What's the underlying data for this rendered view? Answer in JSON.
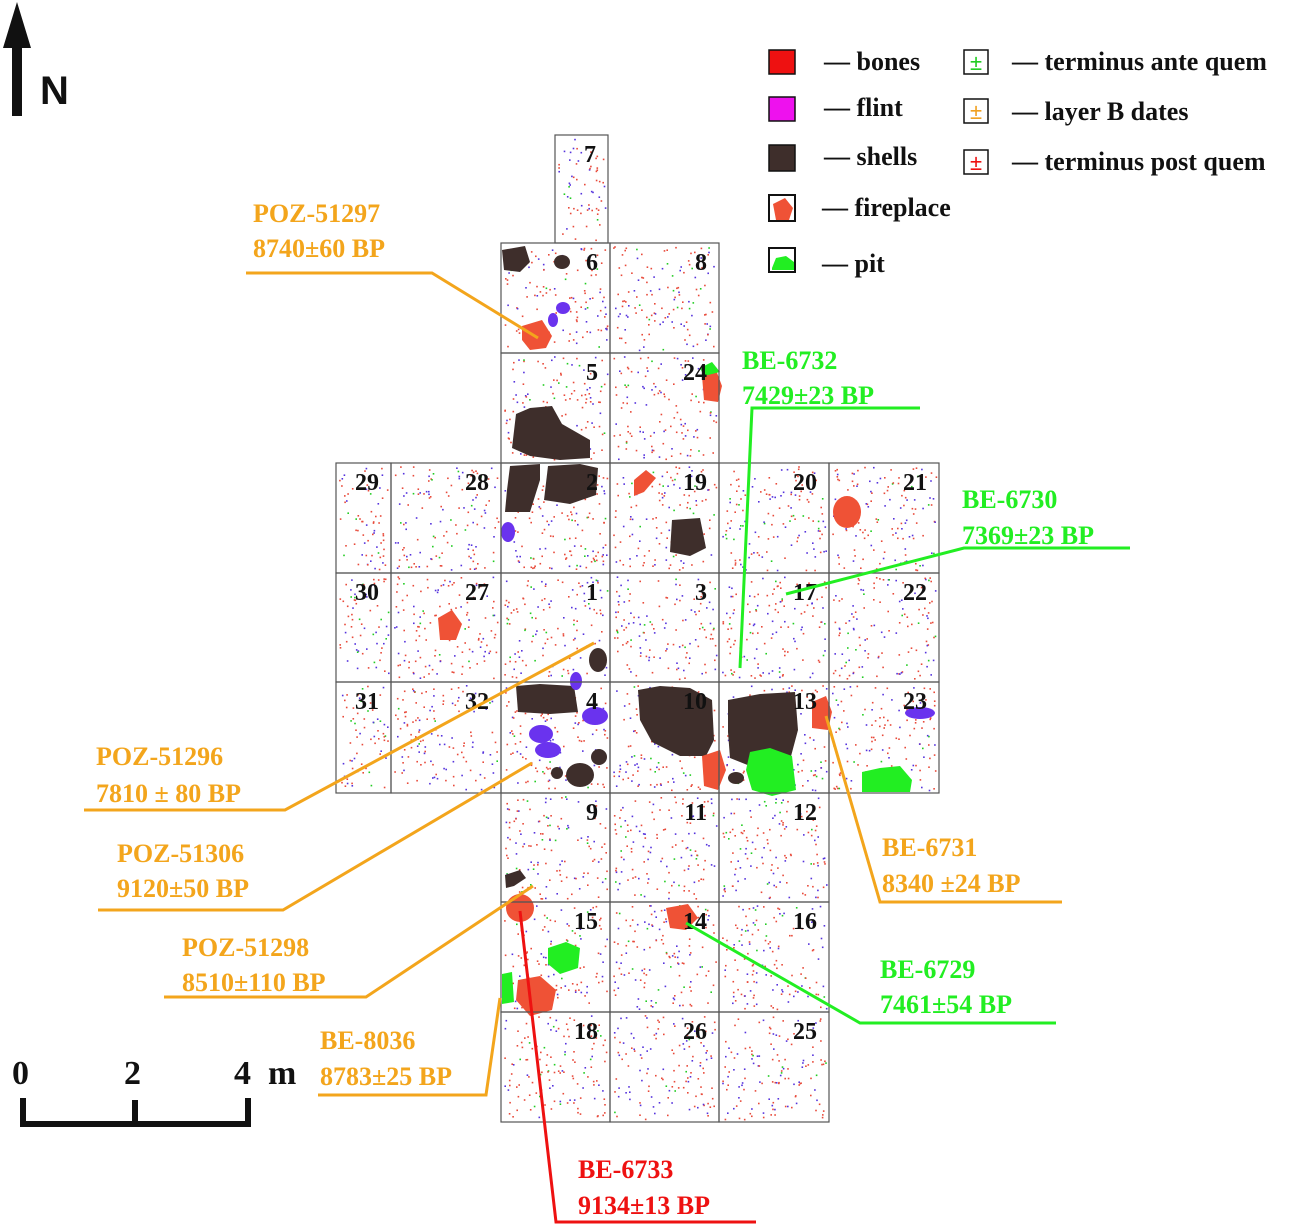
{
  "north": {
    "label": "N"
  },
  "scale": {
    "ticks": [
      "0",
      "2",
      "4"
    ],
    "unit": "m"
  },
  "legend": {
    "left": [
      {
        "key": "bones",
        "text": "— bones",
        "color": "#ee1111"
      },
      {
        "key": "flint",
        "text": "— flint",
        "color": "#ee11ee"
      },
      {
        "key": "shells",
        "text": "— shells",
        "color": "#3e2e2b"
      },
      {
        "key": "fireplace",
        "text": "— fireplace",
        "color": "#ef5236"
      },
      {
        "key": "pit",
        "text": "— pit",
        "color": "#22ee22"
      }
    ],
    "right": [
      {
        "key": "terminus-ante-quem",
        "text": "— terminus ante quem",
        "color": "#22cc22"
      },
      {
        "key": "layer-b-dates",
        "text": "— layer B dates",
        "color": "#f0a020"
      },
      {
        "key": "terminus-post-quem",
        "text": "— terminus post quem",
        "color": "#ee1111"
      }
    ]
  },
  "colors": {
    "layer_b": "#f3a51c",
    "ante_quem": "#22ee22",
    "post_quem": "#ee1111",
    "fireplace": "#ef5236",
    "shell": "#3e2e2b",
    "flint": "#6a33ee",
    "pit": "#22ee22",
    "grid": "#555555"
  },
  "squares": [
    "7",
    "6",
    "8",
    "5",
    "24",
    "29",
    "28",
    "2",
    "19",
    "20",
    "21",
    "30",
    "27",
    "1",
    "3",
    "17",
    "22",
    "31",
    "32",
    "4",
    "10",
    "13",
    "23",
    "9",
    "11",
    "12",
    "15",
    "14",
    "16",
    "18",
    "26",
    "25"
  ],
  "dates": [
    {
      "id": "POZ-51297",
      "value": "8740±60 BP",
      "category": "layer_b"
    },
    {
      "id": "BE-6732",
      "value": "7429±23 BP",
      "category": "ante_quem"
    },
    {
      "id": "BE-6730",
      "value": "7369±23 BP",
      "category": "ante_quem"
    },
    {
      "id": "POZ-51296",
      "value": "7810 ± 80 BP",
      "category": "layer_b"
    },
    {
      "id": "POZ-51306",
      "value": "9120±50 BP",
      "category": "layer_b"
    },
    {
      "id": "BE-6731",
      "value": "8340  ±24 BP",
      "category": "layer_b"
    },
    {
      "id": "POZ-51298",
      "value": "8510±110 BP",
      "category": "layer_b"
    },
    {
      "id": "BE-6729",
      "value": "7461±54 BP",
      "category": "ante_quem"
    },
    {
      "id": "BE-8036",
      "value": "8783±25 BP",
      "category": "layer_b"
    },
    {
      "id": "BE-6733",
      "value": "9134±13 BP",
      "category": "post_quem"
    }
  ]
}
